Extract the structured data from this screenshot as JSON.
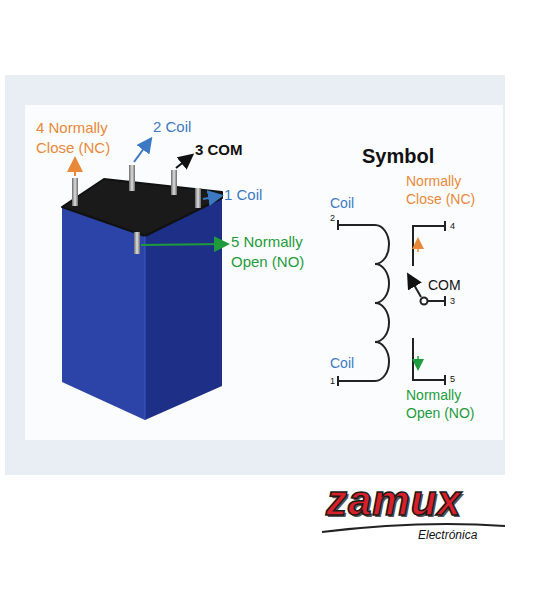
{
  "diagram": {
    "labels": [
      "4 Normally Close (NC)",
      "2 Coil",
      "3 COM",
      "1 Coil",
      "5 Normally Open (NO)",
      "Symbol",
      "Coil",
      "2",
      "Coil",
      "1",
      "Normally Close (NC)",
      "4",
      "COM",
      "3",
      "Normally Open (NO)",
      "5",
      "zamux",
      "Electrónica"
    ]
  }
}
